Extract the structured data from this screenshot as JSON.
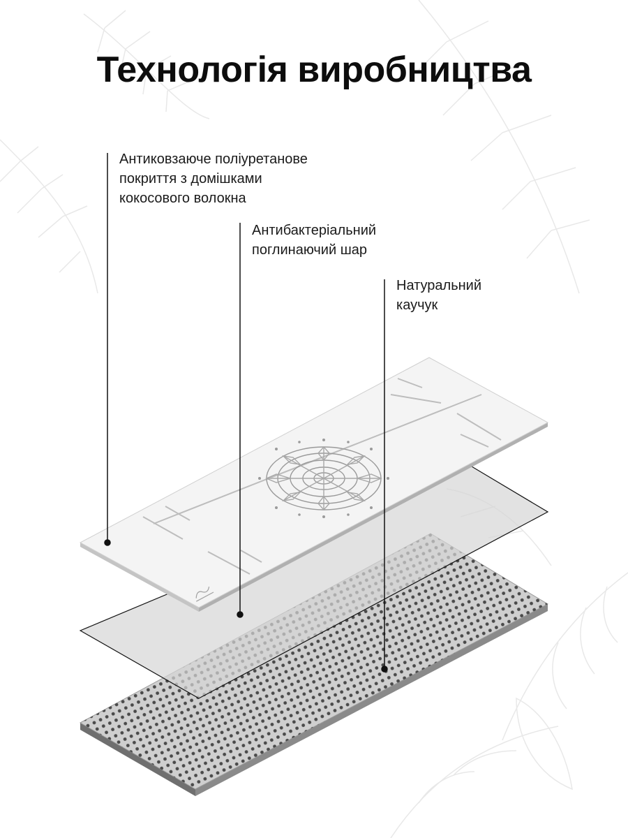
{
  "title": "Технологія виробництва",
  "layers": [
    {
      "id": "top",
      "lines": [
        "Антиковзаюче поліуретанове",
        "покриття з домішками",
        "кокосового волокна"
      ]
    },
    {
      "id": "middle",
      "lines": [
        "Антибактеріальний",
        "поглинаючий шар"
      ]
    },
    {
      "id": "bottom",
      "lines": [
        "Натуральний",
        "каучук"
      ]
    }
  ],
  "colors": {
    "background": "#ffffff",
    "text": "#111111",
    "top_mat_fill": "#f4f4f4",
    "top_mat_edge": "#bdbdbd",
    "middle_layer_fill": "#d9d9d9",
    "rubber_fill": "#c8c8c8",
    "rubber_side": "#8a8a8a",
    "leaf_lines": "#e6e6e6"
  },
  "icons": [
    "mandala-icon",
    "logo-mark-icon",
    "leaf-decoration"
  ]
}
